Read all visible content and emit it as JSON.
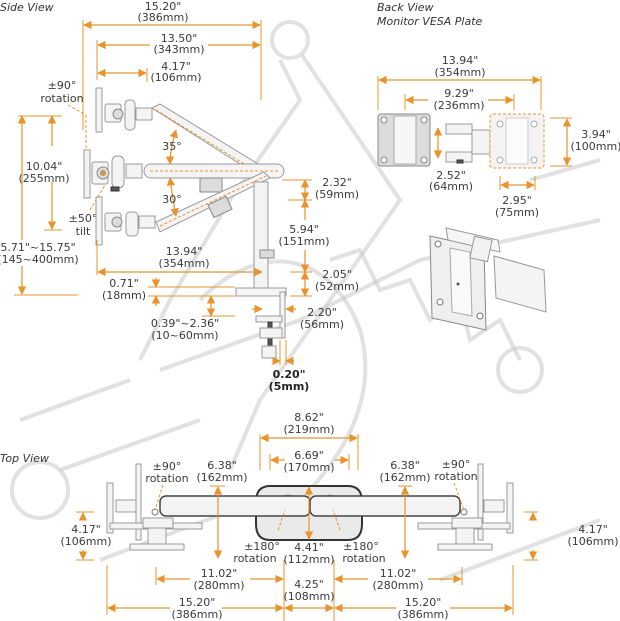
{
  "titles": {
    "side_view": "Side View",
    "back_view": "Back View",
    "vesa_plate": "Monitor VESA Plate",
    "top_view": "Top View"
  },
  "colors": {
    "dimension": "#e8932c",
    "part_fill": "#f4f4f4",
    "part_stroke": "#9a9a9a",
    "watermark": "#c8c8c8"
  },
  "side": {
    "overall_width": {
      "in": "15.20\"",
      "mm": "(386mm)"
    },
    "arm_reach": {
      "in": "13.50\"",
      "mm": "(343mm)"
    },
    "monitor_offset": {
      "in": "4.17\"",
      "mm": "(106mm)"
    },
    "rotation": {
      "deg": "±90°",
      "label": "rotation"
    },
    "tilt": {
      "deg": "±50°",
      "label": "tilt"
    },
    "vert_range": {
      "in": "10.04\"",
      "mm": "(255mm)"
    },
    "height_range": {
      "in": "5.71\"~15.75\"",
      "mm": "(145~400mm)"
    },
    "angle_up": "35°",
    "angle_down": "30°",
    "arm_length": {
      "in": "13.94\"",
      "mm": "(354mm)"
    },
    "pole_top": {
      "in": "2.32\"",
      "mm": "(59mm)"
    },
    "pole_mid": {
      "in": "5.94\"",
      "mm": "(151mm)"
    },
    "pole_base": {
      "in": "2.05\"",
      "mm": "(52mm)"
    },
    "base_thickness": {
      "in": "0.71\"",
      "mm": "(18mm)"
    },
    "clamp_range": {
      "in": "0.39\"~2.36\"",
      "mm": "(10~60mm)"
    },
    "clamp_depth": {
      "in": "2.20\"",
      "mm": "(56mm)"
    },
    "clamp_lip": {
      "in": "0.20\"",
      "mm": "(5mm)"
    }
  },
  "back": {
    "overall_width": {
      "in": "13.94\"",
      "mm": "(354mm)"
    },
    "inner_width": {
      "in": "9.29\"",
      "mm": "(236mm)"
    },
    "plate_height": {
      "in": "3.94\"",
      "mm": "(100mm)"
    },
    "arm_height": {
      "in": "2.52\"",
      "mm": "(64mm)"
    },
    "vesa_75": {
      "in": "2.95\"",
      "mm": "(75mm)"
    }
  },
  "top": {
    "base_outer": {
      "in": "8.62\"",
      "mm": "(219mm)"
    },
    "base_inner": {
      "in": "6.69\"",
      "mm": "(170mm)"
    },
    "left_rotation": {
      "deg": "±90°",
      "label": "rotation"
    },
    "right_rotation": {
      "deg": "±90°",
      "label": "rotation"
    },
    "left_depth": {
      "in": "6.38\"",
      "mm": "(162mm)"
    },
    "right_depth": {
      "in": "6.38\"",
      "mm": "(162mm)"
    },
    "left_plate": {
      "in": "4.17\"",
      "mm": "(106mm)"
    },
    "right_plate": {
      "in": "4.17\"",
      "mm": "(106mm)"
    },
    "left_arm_rotation": {
      "deg": "±180°",
      "label": "rotation"
    },
    "right_arm_rotation": {
      "deg": "±180°",
      "label": "rotation"
    },
    "base_depth": {
      "in": "4.41\"",
      "mm": "(112mm)"
    },
    "left_arm": {
      "in": "11.02\"",
      "mm": "(280mm)"
    },
    "right_arm": {
      "in": "11.02\"",
      "mm": "(280mm)"
    },
    "center_gap": {
      "in": "4.25\"",
      "mm": "(108mm)"
    },
    "left_total": {
      "in": "15.20\"",
      "mm": "(386mm)"
    },
    "right_total": {
      "in": "15.20\"",
      "mm": "(386mm)"
    }
  }
}
